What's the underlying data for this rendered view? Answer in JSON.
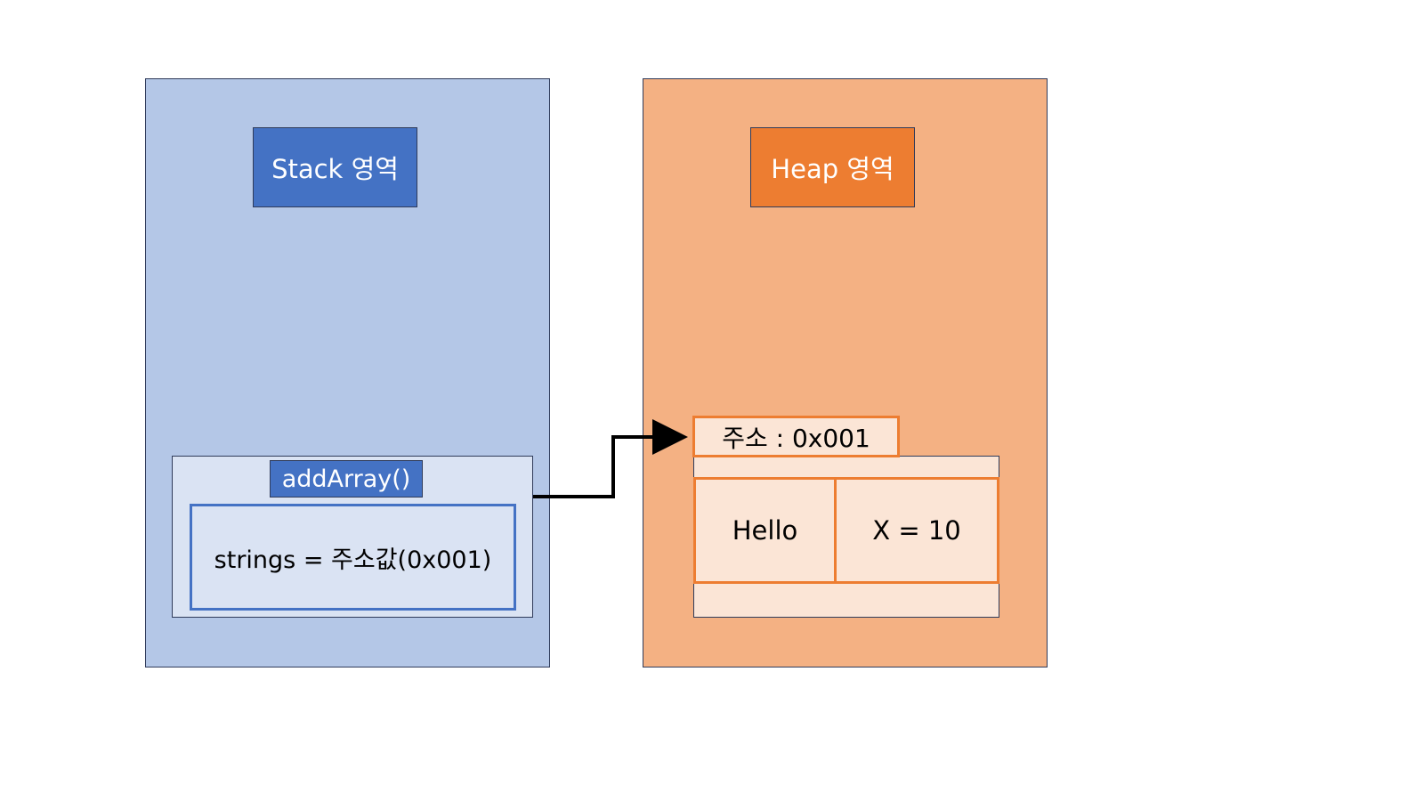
{
  "stack": {
    "title": "Stack 영역",
    "frame": {
      "method_label": "addArray()",
      "variable_text": "strings = 주소값(0x001)"
    }
  },
  "heap": {
    "title": "Heap 영역",
    "object": {
      "address_label": "주소 : 0x001",
      "cells": [
        "Hello",
        "X = 10"
      ]
    }
  },
  "colors": {
    "stack_region": "#b4c7e7",
    "stack_title": "#4472c4",
    "stack_frame": "#dae3f3",
    "heap_region": "#f4b183",
    "heap_title": "#ed7d31",
    "heap_object": "#fbe5d6",
    "border": "#2f3b5a",
    "arrow": "#000000"
  },
  "connector": {
    "type": "reference-arrow",
    "from": "stack.frame",
    "to": "heap.object.address_label"
  }
}
